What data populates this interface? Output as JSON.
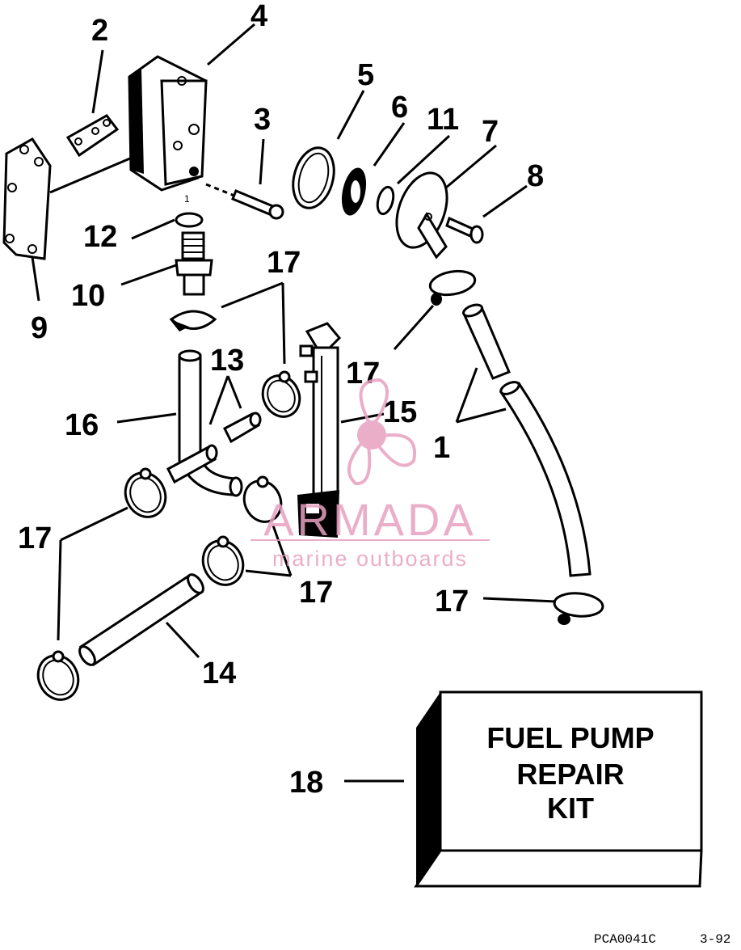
{
  "callouts": {
    "c1a": "1",
    "c1b": "1",
    "c2": "2",
    "c3": "3",
    "c4": "4",
    "c5": "5",
    "c6": "6",
    "c7": "7",
    "c8": "8",
    "c9": "9",
    "c10": "10",
    "c11": "11",
    "c12": "12",
    "c13": "13",
    "c14": "14",
    "c15": "15",
    "c16": "16",
    "c17a": "17",
    "c17b": "17",
    "c17c": "17",
    "c17d": "17",
    "c17e": "17",
    "c18": "18"
  },
  "kit": {
    "line1": "FUEL PUMP",
    "line2": "REPAIR",
    "line3": "KIT"
  },
  "watermark": {
    "brand": "ARMADA",
    "tagline": "marine outboards",
    "color": "#e8a0c0"
  },
  "footer": {
    "code": "PCA0041C",
    "date": "3-92"
  }
}
